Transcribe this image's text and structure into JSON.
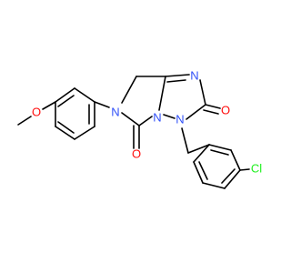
{
  "molecule": {
    "atoms": [
      {
        "id": "o-methoxy",
        "label": "O",
        "color": "#ff0d0d"
      },
      {
        "id": "n-imidazole",
        "label": "N",
        "color": "#3050f8"
      },
      {
        "id": "n-triazole-upper",
        "label": "N",
        "color": "#3050f8"
      },
      {
        "id": "n-bridge",
        "label": "N",
        "color": "#3050f8"
      },
      {
        "id": "n-triazole-lower",
        "label": "N",
        "color": "#3050f8"
      },
      {
        "id": "o-triazolone",
        "label": "O",
        "color": "#ff0d0d"
      },
      {
        "id": "o-imidazolone",
        "label": "O",
        "color": "#ff0d0d"
      },
      {
        "id": "cl",
        "label": "Cl",
        "color": "#1ff01f"
      }
    ],
    "bond_color": "#000000"
  }
}
